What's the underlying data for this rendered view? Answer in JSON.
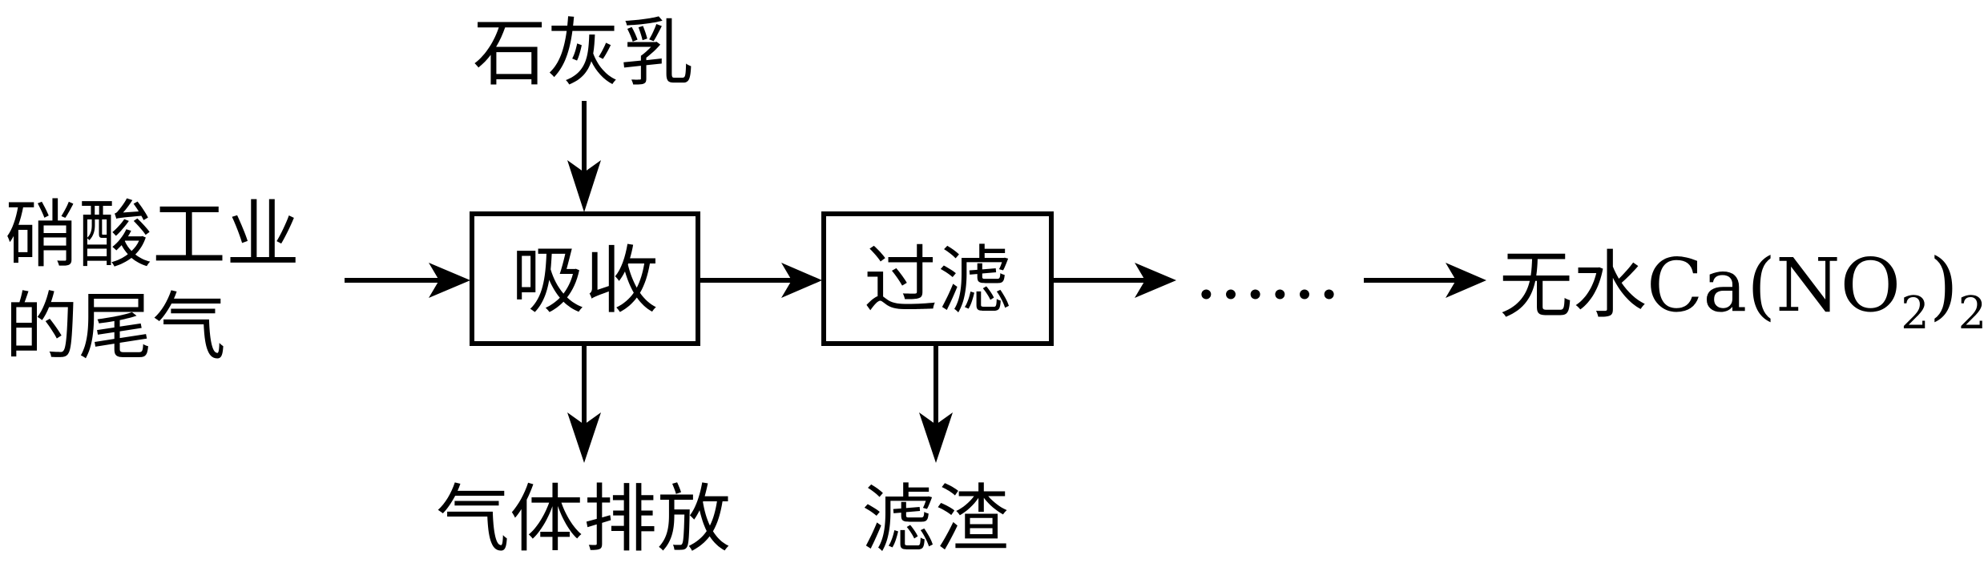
{
  "inputs": {
    "lime_milk": "石灰乳",
    "tail_gas_line1": "硝酸工业",
    "tail_gas_line2": "的尾气"
  },
  "steps": {
    "absorb": "吸收",
    "filter": "过滤"
  },
  "outputs": {
    "gas_vent": "气体排放",
    "filter_residue": "滤渣",
    "ellipsis": "……"
  },
  "product": {
    "prefix": "无水Ca(NO",
    "sub1": "2",
    "close": ")",
    "sub2": "2"
  }
}
